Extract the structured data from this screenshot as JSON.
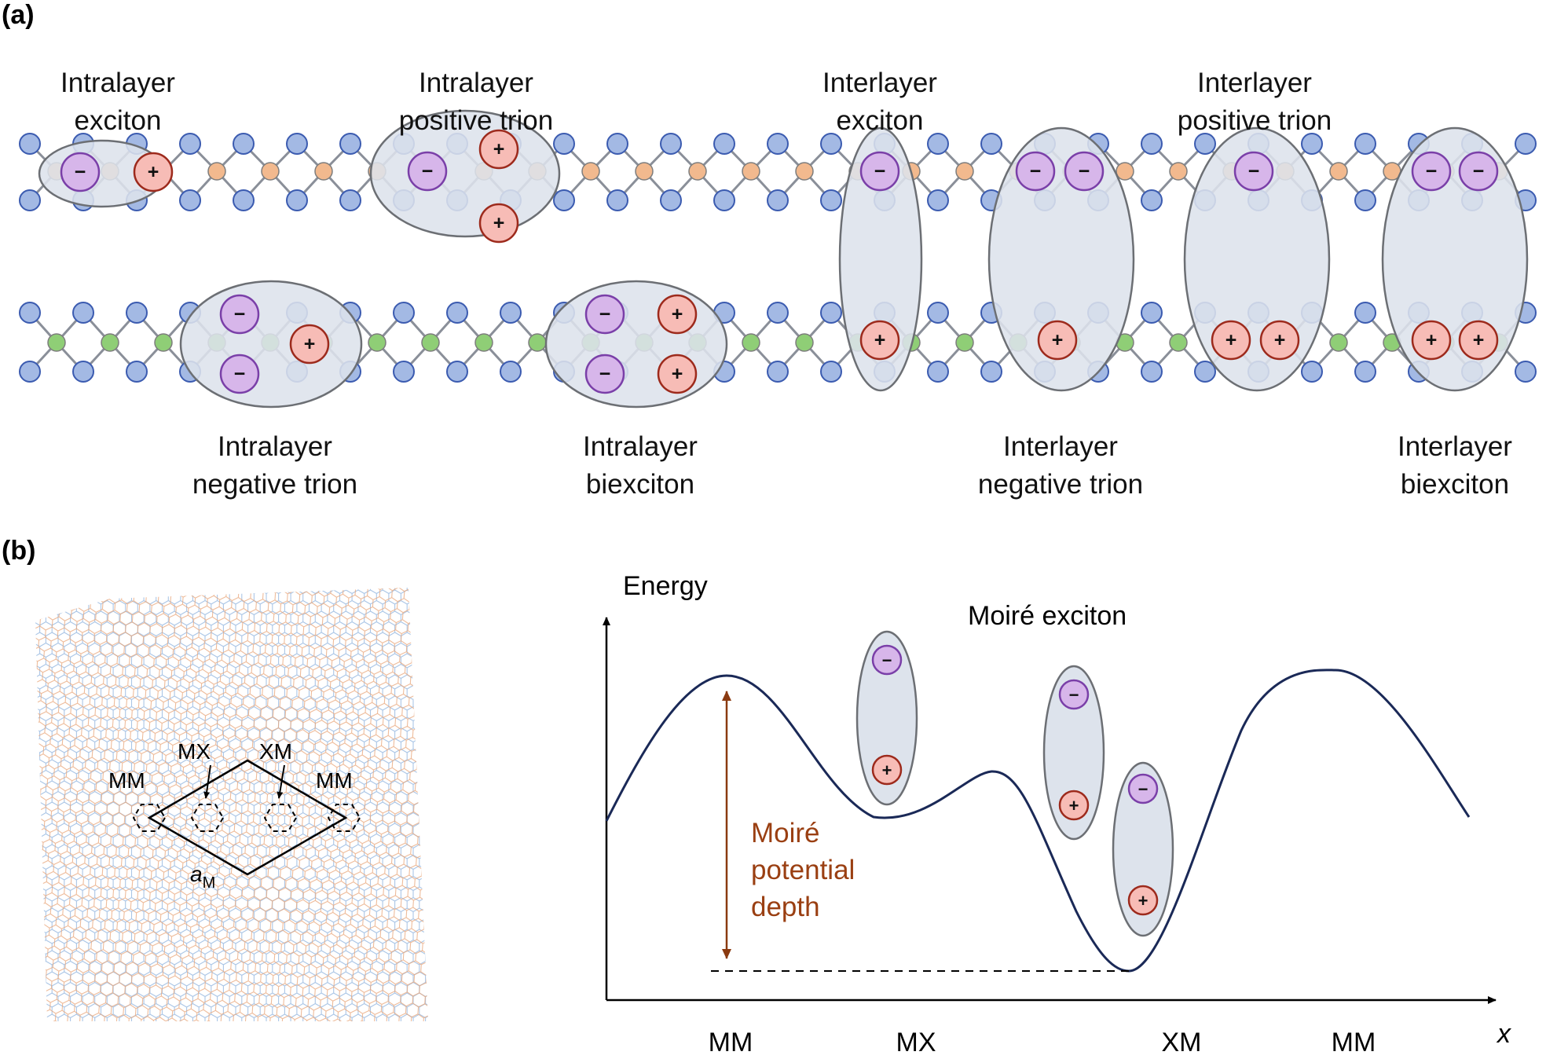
{
  "panel_a": {
    "label": "(a)",
    "top_captions": [
      {
        "line1": "Intralayer",
        "line2": "exciton"
      },
      {
        "line1": "Intralayer",
        "line2": "positive trion"
      },
      {
        "line1": "Interlayer",
        "line2": "exciton"
      },
      {
        "line1": "Interlayer",
        "line2": "positive trion"
      }
    ],
    "bottom_captions": [
      {
        "line1": "Intralayer",
        "line2": "negative trion"
      },
      {
        "line1": "Intralayer",
        "line2": "biexciton"
      },
      {
        "line1": "Interlayer",
        "line2": "negative trion"
      },
      {
        "line1": "Interlayer",
        "line2": "biexciton"
      }
    ],
    "electron_symbol": "−",
    "hole_symbol": "+"
  },
  "panel_b": {
    "label": "(b)",
    "lattice": {
      "site_labels": {
        "mm_left": "MM",
        "mx": "MX",
        "xm": "XM",
        "mm_right": "MM"
      },
      "period_label": "a",
      "period_subscript": "M"
    },
    "plot": {
      "y_label": "Energy",
      "x_label": "x",
      "title": "Moiré exciton",
      "depth_label": [
        "Moiré",
        "potential",
        "depth"
      ],
      "x_ticks": [
        "MM",
        "MX",
        "XM",
        "MM"
      ]
    }
  },
  "colors": {
    "electron_fill": "#d7b6ea",
    "electron_stroke": "#7a3fa8",
    "hole_fill": "#f7bcb6",
    "hole_stroke": "#9d2a1c",
    "exciton_cloud": "#dde3ec",
    "metal_top": "#f2b98e",
    "metal_bottom": "#8fce76",
    "chalcogen": "#a3b9e4",
    "potential_curve": "#1a2957",
    "depth_arrow": "#8a3a10"
  }
}
